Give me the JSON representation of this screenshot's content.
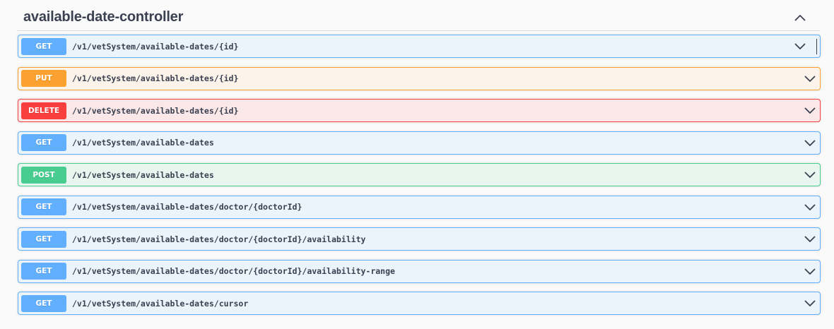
{
  "section": {
    "title": "available-date-controller",
    "expanded": true
  },
  "operations": [
    {
      "method": "GET",
      "path": "/v1/vetSystem/available-dates/{id}"
    },
    {
      "method": "PUT",
      "path": "/v1/vetSystem/available-dates/{id}"
    },
    {
      "method": "DELETE",
      "path": "/v1/vetSystem/available-dates/{id}"
    },
    {
      "method": "GET",
      "path": "/v1/vetSystem/available-dates"
    },
    {
      "method": "POST",
      "path": "/v1/vetSystem/available-dates"
    },
    {
      "method": "GET",
      "path": "/v1/vetSystem/available-dates/doctor/{doctorId}"
    },
    {
      "method": "GET",
      "path": "/v1/vetSystem/available-dates/doctor/{doctorId}/availability"
    },
    {
      "method": "GET",
      "path": "/v1/vetSystem/available-dates/doctor/{doctorId}/availability-range"
    },
    {
      "method": "GET",
      "path": "/v1/vetSystem/available-dates/cursor"
    }
  ],
  "colors": {
    "get": "#61affe",
    "put": "#fca130",
    "delete": "#f93e3e",
    "post": "#49cc90",
    "text": "#3b4151"
  },
  "icons": {
    "collapse": "chevron-up-icon",
    "expand": "chevron-down-icon"
  }
}
